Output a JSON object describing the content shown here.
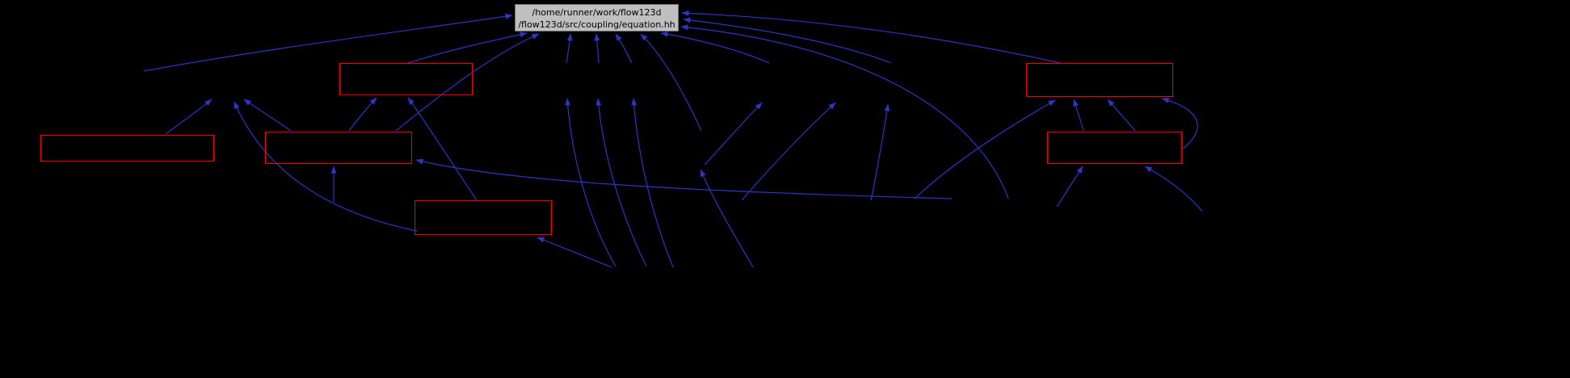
{
  "diagram": {
    "kind": "include-dependency-graph",
    "title_node": {
      "line1": "/home/runner/work/flow123d",
      "line2": "/flow123d/src/coupling/equation.hh"
    },
    "colors": {
      "background": "#000000",
      "edge_blue": "#2b35c6",
      "red_node_border": "#ff0000",
      "title_node_fill": "#bfbfbf",
      "title_node_text": "#000000"
    }
  }
}
